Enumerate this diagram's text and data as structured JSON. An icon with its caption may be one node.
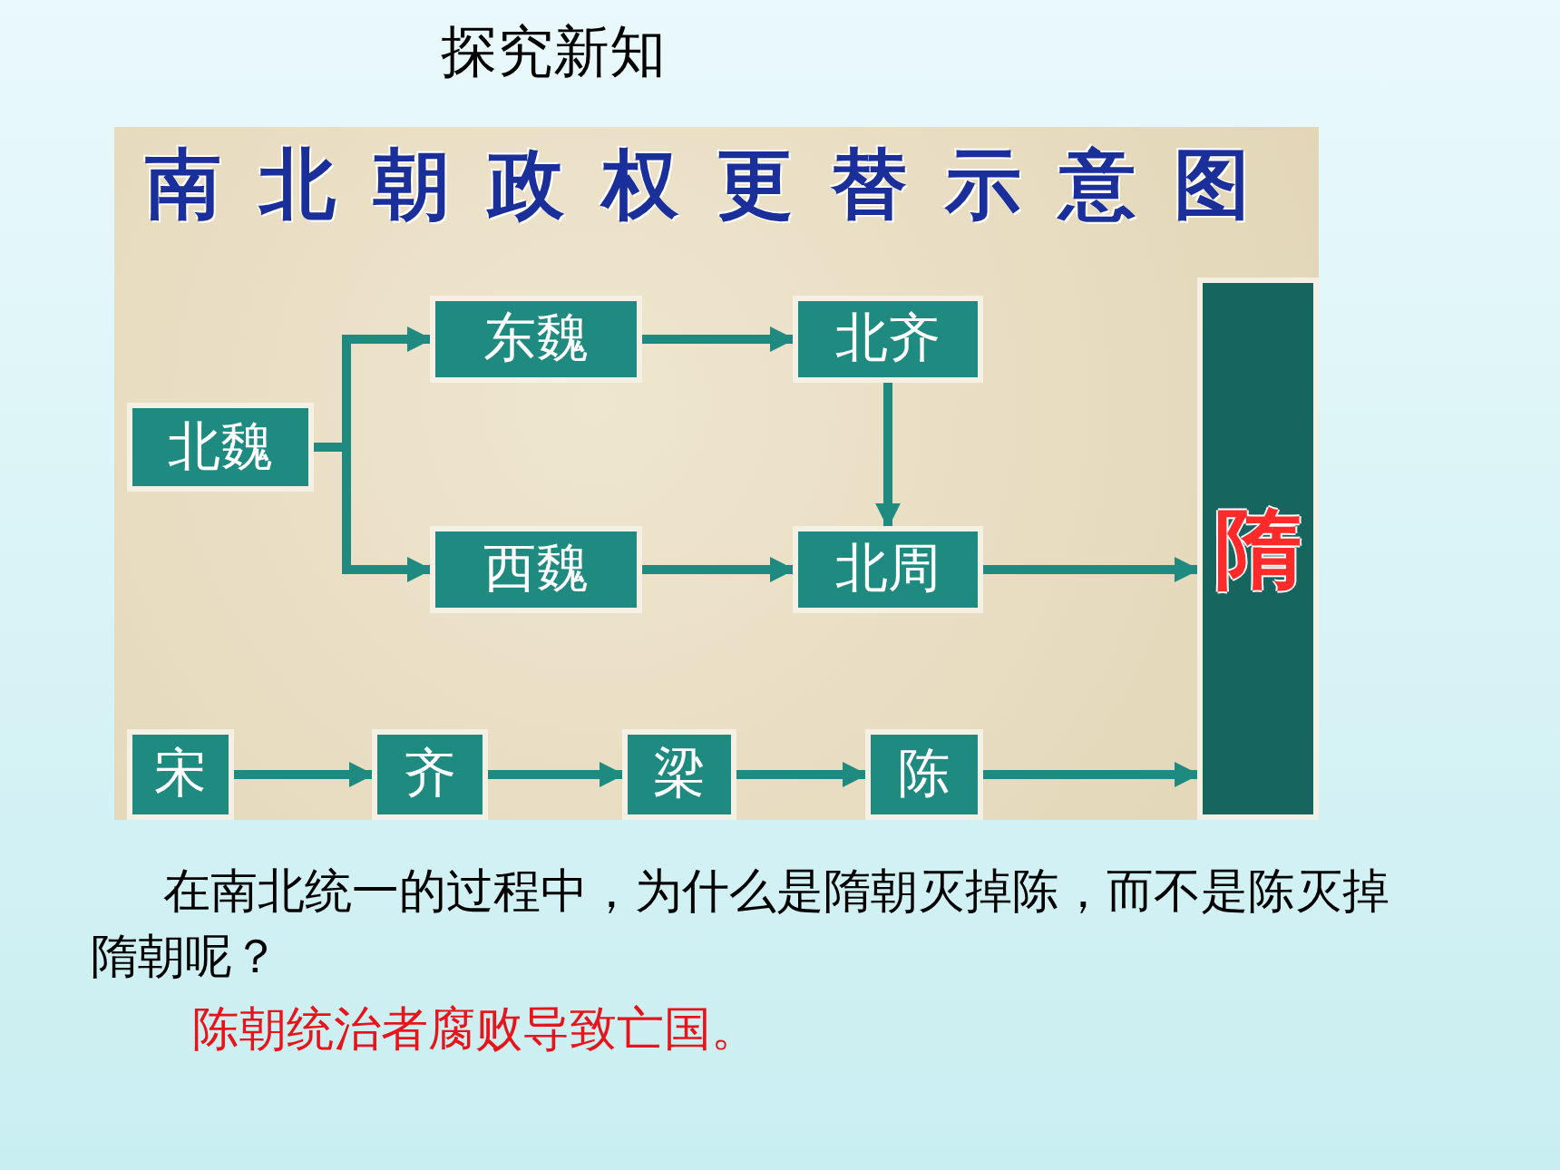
{
  "diagram": {
    "title": "探究新知",
    "nodes": [
      {
        "text": [
          "南北朝政权更替示意图"
        ]
      },
      {
        "text": [
          "北魏"
        ],
        "in": 0
      },
      {
        "text": [
          "东魏"
        ],
        "in": 0
      },
      {
        "text": [
          "北齐"
        ],
        "in": 0
      },
      {
        "text": [
          "西魏"
        ],
        "in": 0
      },
      {
        "text": [
          "北周"
        ],
        "in": 0
      },
      {
        "text": [
          "隋"
        ],
        "in": 0
      },
      {
        "text": [
          "宋"
        ],
        "in": 0
      },
      {
        "text": [
          "齐"
        ],
        "in": 0
      },
      {
        "text": [
          "梁"
        ],
        "in": 0
      },
      {
        "text": [
          "陈"
        ],
        "in": 0
      }
    ],
    "edges": [
      {
        "from": 1,
        "to": 2,
        "arrow": "to"
      },
      {
        "from": 1,
        "to": 4,
        "arrow": "to"
      },
      {
        "from": 2,
        "to": 3,
        "arrow": "to"
      },
      {
        "from": 3,
        "to": 5,
        "arrow": "to"
      },
      {
        "from": 4,
        "to": 5,
        "arrow": "to"
      },
      {
        "from": 5,
        "to": 6,
        "arrow": "to"
      },
      {
        "from": 7,
        "to": 8,
        "arrow": "to"
      },
      {
        "from": 8,
        "to": 9,
        "arrow": "to"
      },
      {
        "from": 9,
        "to": 10,
        "arrow": "to"
      },
      {
        "from": 10,
        "to": 6,
        "arrow": "to"
      }
    ],
    "labels": [
      "在南北统一的过程中，为什么是隋朝灭掉陈，而不是陈灭掉隋朝呢？",
      "陈朝统治者腐败导致亡国。"
    ]
  }
}
